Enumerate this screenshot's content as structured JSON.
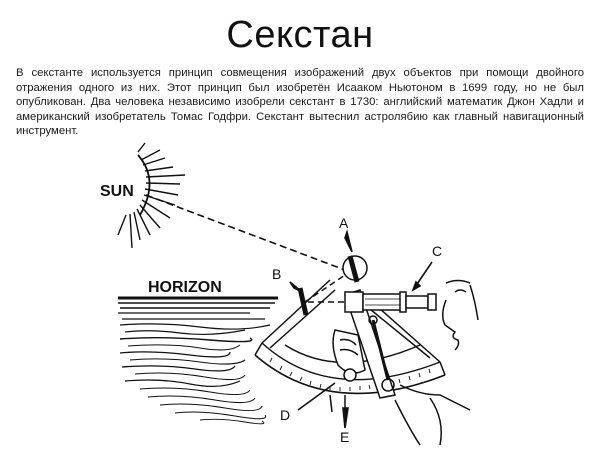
{
  "document": {
    "title": "Секстан",
    "paragraph": "В секстанте используется принцип совмещения изображений двух объектов при помощи двойного отражения одного из них. Этот принцип был изобретён Исааком Ньютоном в 1699 году, но не был опубликован. Два человека независимо изобрели секстант в 1730: английский математик Джон Хадли и американский изобретатель Томас Годфри. Секстант вытеснил астролябию как главный навигационный инструмент."
  },
  "figure": {
    "labels": {
      "sun": "SUN",
      "horizon": "HORIZON",
      "a": "A",
      "b": "B",
      "c": "C",
      "d": "D",
      "e": "E"
    },
    "icons": [
      "sun-icon",
      "sea-waves-illustration",
      "sextant-illustration",
      "navigator-face-illustration"
    ]
  }
}
